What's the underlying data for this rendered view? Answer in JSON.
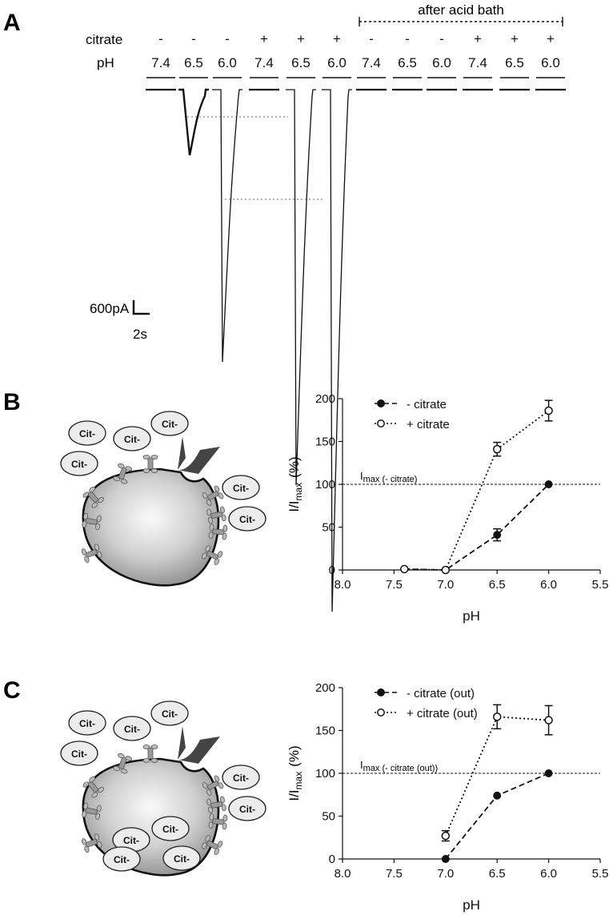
{
  "panels": {
    "a": "A",
    "b": "B",
    "c": "C"
  },
  "panel_a": {
    "header_after": "after acid bath",
    "row_citrate_label": "citrate",
    "row_ph_label": "pH",
    "citrate_signs": [
      "-",
      "-",
      "-",
      "+",
      "+",
      "+",
      "-",
      "-",
      "-",
      "+",
      "+",
      "+"
    ],
    "ph_values": [
      "7.4",
      "6.5",
      "6.0",
      "7.4",
      "6.5",
      "6.0",
      "7.4",
      "6.5",
      "6.0",
      "7.4",
      "6.5",
      "6.0"
    ],
    "scale_current": "600pA",
    "scale_time": "2s",
    "trace_peaks_pA": [
      0,
      410,
      1700,
      0,
      2470,
      3260,
      0,
      0,
      0,
      0,
      0,
      0
    ]
  },
  "cartoon": {
    "cit_label": "Cit-"
  },
  "chart_data": [
    {
      "type": "line",
      "panel": "B",
      "ylabel": "I/I",
      "ylabel_sub": "max",
      "ylabel_unit": "(%)",
      "xlabel": "pH",
      "xlim": [
        8.0,
        5.5
      ],
      "ylim": [
        0,
        200
      ],
      "x_ticks": [
        "8.0",
        "7.5",
        "7.0",
        "6.5",
        "6.0",
        "5.5"
      ],
      "x_tick_values": [
        8.0,
        7.5,
        7.0,
        6.5,
        6.0,
        5.5
      ],
      "y_ticks": [
        "0",
        "50",
        "100",
        "150",
        "200"
      ],
      "y_tick_values": [
        0,
        50,
        100,
        150,
        200
      ],
      "ref_line": {
        "y": 100,
        "label_main": "I",
        "label_sub": "max (- citrate)"
      },
      "legend_position": "top-left",
      "series": [
        {
          "name": "- citrate",
          "marker": "filled",
          "dash": "dashed",
          "x": [
            7.4,
            7.0,
            6.5,
            6.0
          ],
          "y": [
            1,
            0,
            41,
            100
          ],
          "err": [
            0,
            0,
            7,
            0
          ]
        },
        {
          "name": "+ citrate",
          "marker": "open",
          "dash": "dotted",
          "x": [
            7.4,
            7.0,
            6.5,
            6.0
          ],
          "y": [
            1,
            0,
            141,
            186
          ],
          "err": [
            0,
            0,
            8,
            12
          ]
        }
      ]
    },
    {
      "type": "line",
      "panel": "C",
      "ylabel": "I/I",
      "ylabel_sub": "max",
      "ylabel_unit": "(%)",
      "xlabel": "pH",
      "xlim": [
        8.0,
        5.5
      ],
      "ylim": [
        0,
        200
      ],
      "x_ticks": [
        "8.0",
        "7.5",
        "7.0",
        "6.5",
        "6.0",
        "5.5"
      ],
      "x_tick_values": [
        8.0,
        7.5,
        7.0,
        6.5,
        6.0,
        5.5
      ],
      "y_ticks": [
        "0",
        "50",
        "100",
        "150",
        "200"
      ],
      "y_tick_values": [
        0,
        50,
        100,
        150,
        200
      ],
      "ref_line": {
        "y": 100,
        "label_main": "I",
        "label_sub": "max (- citrate (out))"
      },
      "legend_position": "top-left",
      "series": [
        {
          "name": "- citrate (out)",
          "marker": "filled",
          "dash": "dashed",
          "x": [
            7.0,
            6.5,
            6.0
          ],
          "y": [
            0,
            74,
            100
          ],
          "err": [
            0,
            0,
            0
          ]
        },
        {
          "name": "+ citrate (out)",
          "marker": "open",
          "dash": "dotted",
          "x": [
            7.0,
            6.5,
            6.0
          ],
          "y": [
            27,
            166,
            162
          ],
          "err": [
            6,
            14,
            17
          ]
        }
      ]
    }
  ]
}
